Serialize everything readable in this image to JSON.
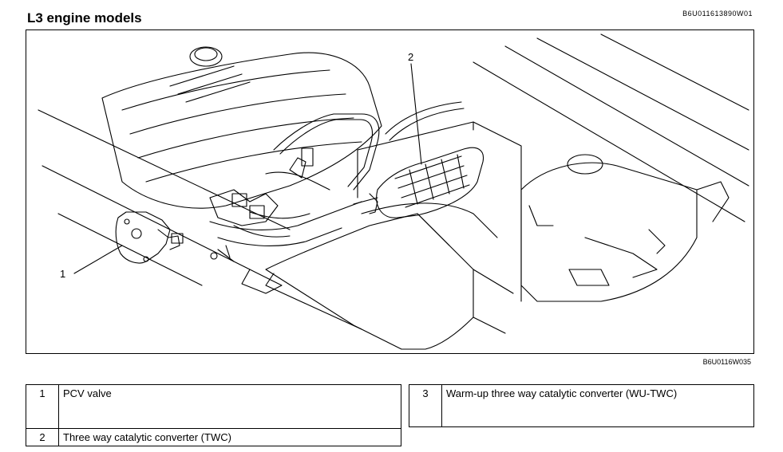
{
  "header": {
    "title": "L3 engine models",
    "doc_code": "B6U011613890W01"
  },
  "figure": {
    "code": "B6U0116W035",
    "callouts": [
      {
        "num": "1"
      },
      {
        "num": "2"
      }
    ]
  },
  "parts_table_left": [
    {
      "num": "1",
      "name": "PCV valve"
    },
    {
      "num": "2",
      "name": "Three way catalytic converter (TWC)"
    }
  ],
  "parts_table_right": [
    {
      "num": "3",
      "name": "Warm-up three way catalytic converter (WU-TWC)"
    }
  ]
}
